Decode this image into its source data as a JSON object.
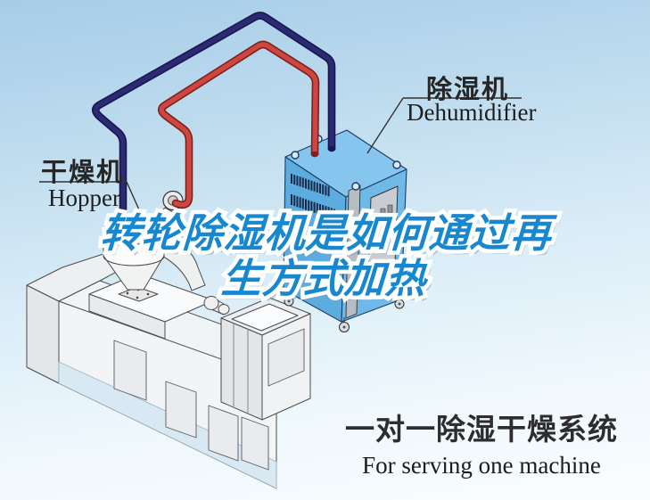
{
  "headline": {
    "line1": "转轮除湿机是如何通过再",
    "line2": "生方式加热",
    "color": "#1787d0"
  },
  "labels": {
    "hopper": {
      "zh": "干燥机",
      "en": "Hopper"
    },
    "dehumidifier": {
      "zh": "除湿机",
      "en": "Dehumidifier"
    }
  },
  "caption": {
    "zh": "一对一除湿干燥系统",
    "en": "For serving one machine"
  },
  "colors": {
    "hot_air_pipe": "#cd4740",
    "return_air_pipe": "#2b2a72",
    "dehumidifier_body": "#5fb0e2",
    "headline_blue": "#1787d0",
    "background_top": "#a6cde8",
    "background_bottom": "#fafdff"
  }
}
